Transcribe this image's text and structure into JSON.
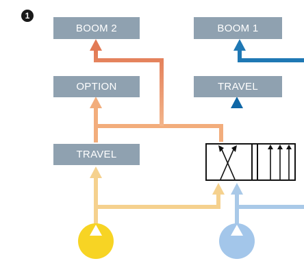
{
  "badge": "1",
  "boxes": {
    "boom2": "BOOM 2",
    "boom1": "BOOM 1",
    "option": "OPTION",
    "travel_right": "TRAVEL",
    "travel_left": "TRAVEL"
  },
  "colors": {
    "box_fill": "#8fa1b0",
    "orange_line": "#f2ad7c",
    "orange_dark": "#e07b58",
    "blue_line": "#1f78b4",
    "light_blue_line": "#a9c9e8",
    "yellow_line": "#f5d18e",
    "pump_left": "#f7d424",
    "pump_right": "#a3c6ea"
  },
  "icons": {
    "badge": "circled-number-icon",
    "pump_left": "pump-icon",
    "pump_right": "pump-icon",
    "valve": "directional-valve-icon"
  }
}
